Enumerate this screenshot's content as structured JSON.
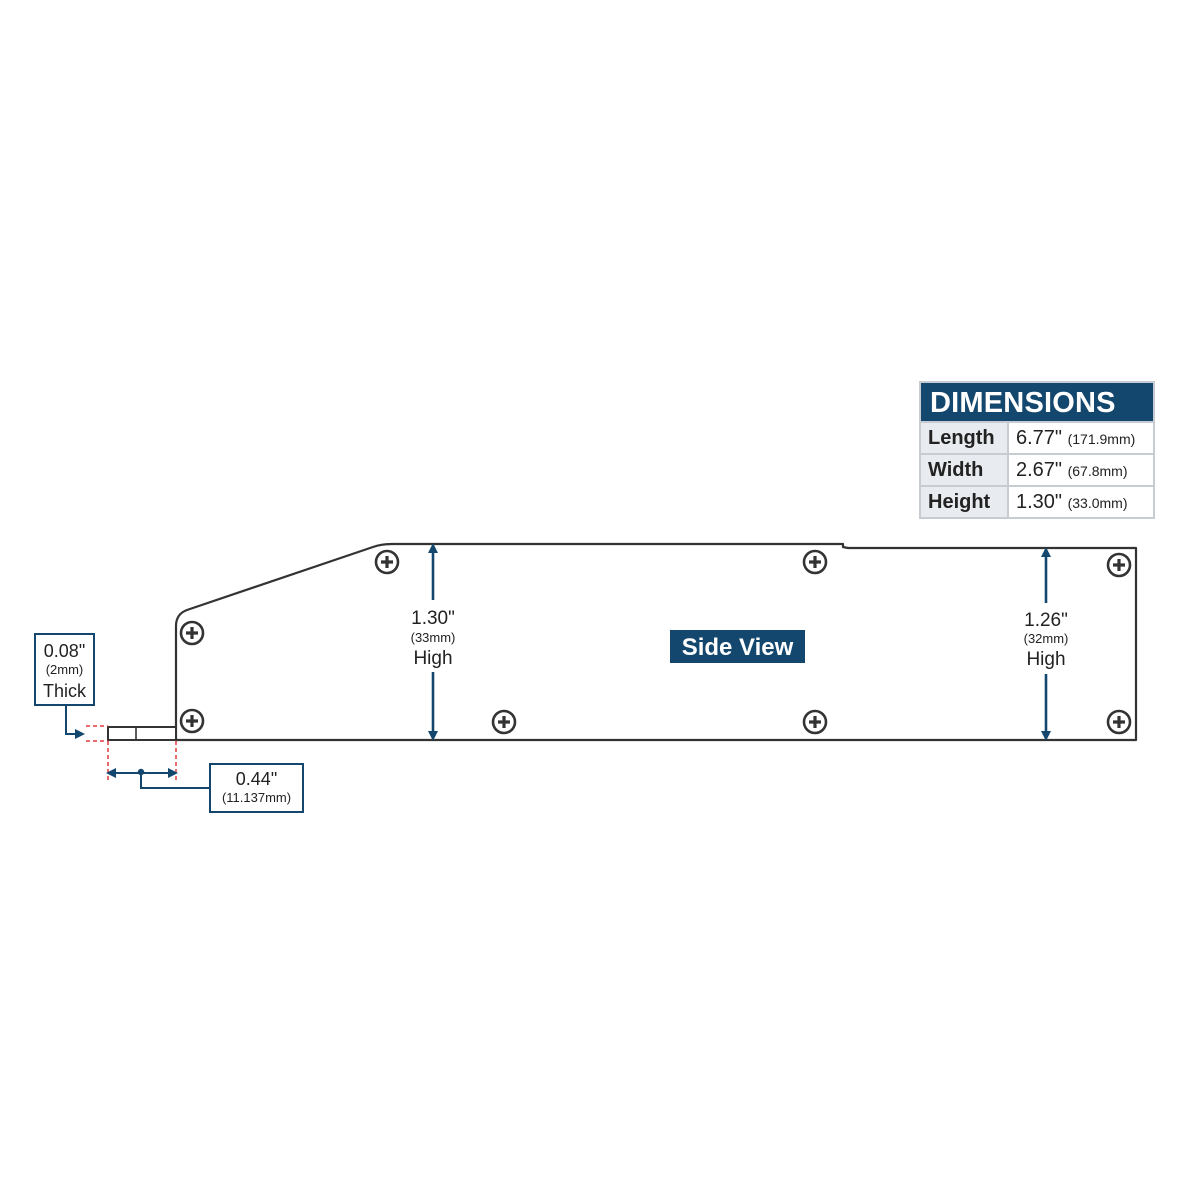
{
  "dimensions_table": {
    "title": "DIMENSIONS",
    "rows": [
      {
        "label": "Length",
        "value": "6.77\"",
        "metric": "(171.9mm)"
      },
      {
        "label": "Width",
        "value": "2.67\"",
        "metric": "(67.8mm)"
      },
      {
        "label": "Height",
        "value": "1.30\"",
        "metric": "(33.0mm)"
      }
    ]
  },
  "side_view_label": "Side View",
  "height_front": {
    "value": "1.30\"",
    "metric": "(33mm)",
    "word": "High"
  },
  "height_rear": {
    "value": "1.26\"",
    "metric": "(32mm)",
    "word": "High"
  },
  "thickness": {
    "value": "0.08\"",
    "metric": "(2mm)",
    "word": "Thick"
  },
  "tab_length": {
    "value": "0.44\"",
    "metric": "(11.137mm)"
  },
  "colors": {
    "accent": "#14476e",
    "outline": "#333333",
    "guide": "#e23b3b",
    "table_border": "#c7ccd3",
    "label_bg": "#e8ebef"
  },
  "icons": [
    "phillips-screw-icon",
    "dimension-arrow-icon"
  ]
}
